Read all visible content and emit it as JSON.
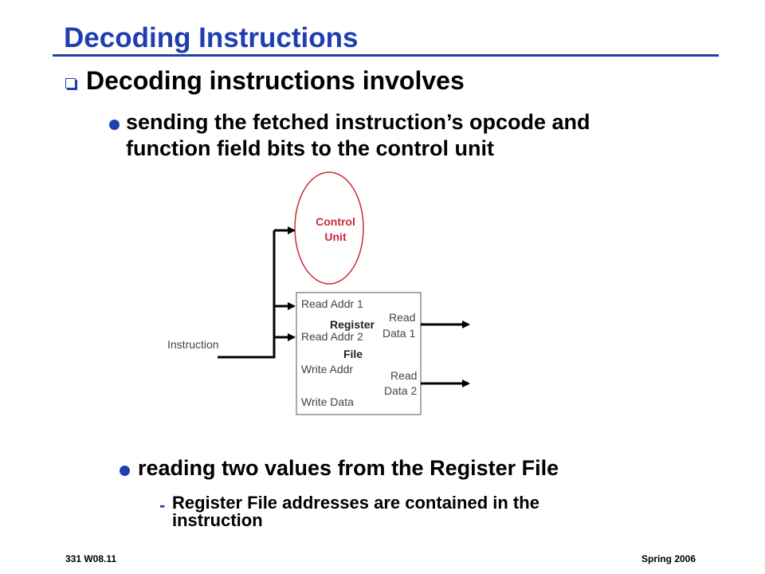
{
  "slide": {
    "title": "Decoding Instructions",
    "bullet1": "Decoding instructions involves",
    "bullet2_lines": [
      "sending the fetched instruction’s opcode and",
      "function field bits to the control unit"
    ],
    "bullet3": "reading two values from the Register File",
    "bullet4_dash": "-",
    "bullet4_lines": [
      "Register File addresses are contained in the",
      "instruction"
    ]
  },
  "diagram": {
    "control_unit": [
      "Control",
      "Unit"
    ],
    "instruction_label": "Instruction",
    "register_file": {
      "name_lines": [
        "Register",
        "File"
      ],
      "ports_in": [
        "Read Addr 1",
        "Read Addr 2",
        "Write Addr",
        "Write Data"
      ],
      "ports_out": [
        [
          "Read",
          "Data 1"
        ],
        [
          "Read",
          "Data 2"
        ]
      ]
    },
    "colors": {
      "control_unit_outline": "#cc2a3a",
      "control_unit_text": "#cc2a3a",
      "accent": "#1f3fb0"
    }
  },
  "footer": {
    "left": "331  W08.11",
    "right": "Spring 2006"
  }
}
